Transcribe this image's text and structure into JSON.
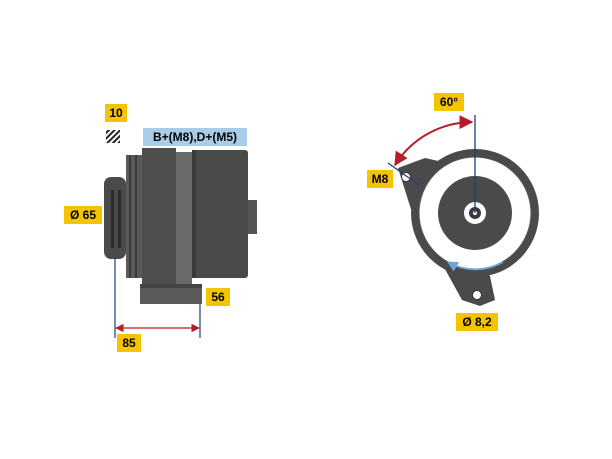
{
  "labels": {
    "bolt": "10",
    "terminals": "B+(M8),D+(M5)",
    "pulley_diameter": "Ø 65",
    "body_offset": "56",
    "width": "85",
    "angle": "60°",
    "mount_thread": "M8",
    "hole_diameter": "Ø 8,2"
  },
  "colors": {
    "label_bg": "#f5c400",
    "terminal_bg": "#a9cde6",
    "dimension": "#1f3f7a",
    "angle_arrow": "#b41e2a",
    "body_dark": "#4a4a4a",
    "body_mid": "#6a6a6a",
    "rotation_arrow": "#6fa6d8"
  }
}
